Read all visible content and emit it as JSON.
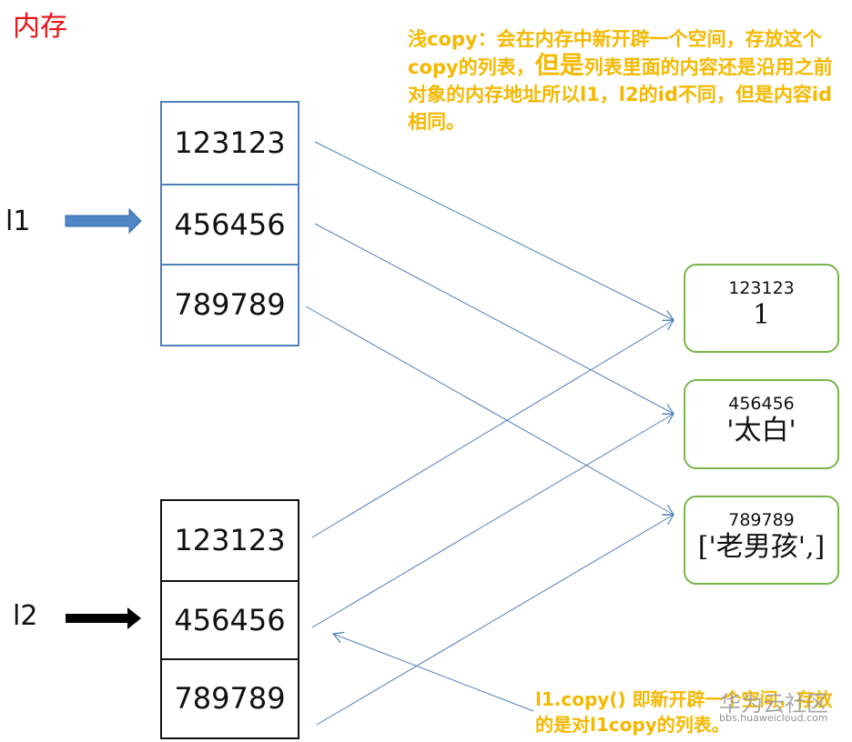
{
  "title": "内存",
  "note_top": {
    "segments": [
      {
        "text": "浅copy：会在内存中新开辟一个空间，存放这个copy的列表，",
        "big": false
      },
      {
        "text": "但是",
        "big": true
      },
      {
        "text": "列表里面的内容还是沿用之前对象的内存地址所以l1，l2的id不同，但是内容id相同。",
        "big": false
      }
    ]
  },
  "note_bottom": "l1.copy() 即新开辟一个空间，存放的是对l1copy的列表。",
  "labels": {
    "l1": "l1",
    "l2": "l2"
  },
  "list_l1": [
    "123123",
    "456456",
    "789789"
  ],
  "list_l2": [
    "123123",
    "456456",
    "789789"
  ],
  "objects": [
    {
      "addr": "123123",
      "value": "1"
    },
    {
      "addr": "456456",
      "value": "'太白'"
    },
    {
      "addr": "789789",
      "value": "['老男孩',]"
    }
  ],
  "watermark": {
    "logo": "华为云社区",
    "url": "bbs.huaweicloud.com"
  },
  "colors": {
    "title": "#e8141a",
    "note": "#f5b800",
    "l1_box": "#4f7fba",
    "l2_box": "#111111",
    "object_border": "#77b548",
    "pointer_line": "#4f7fba"
  }
}
